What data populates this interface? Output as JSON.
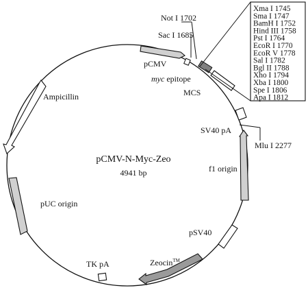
{
  "plasmid": {
    "name": "pCMV-N-Myc-Zeo",
    "size": "4941 bp"
  },
  "features": {
    "pcmv": "pCMV",
    "myc": "myc",
    "myc_suffix": " epitope",
    "mcs": "MCS",
    "sv40pa": "SV40 pA",
    "f1": "f1 origin",
    "psv40": "pSV40",
    "zeocin": "Zeocin",
    "zeocin_tm": "TM",
    "tkpa": "TK pA",
    "puc": "pUC origin",
    "ampicillin": "Ampicillin"
  },
  "sites": {
    "not1": "Not I 1702",
    "sac1": "Sac I 1685",
    "mlu1": "Mlu I 2277"
  },
  "mcs_sites": [
    "Xma I 1745",
    "Sma I 1747",
    "BamH I 1752",
    "Hind III 1758",
    "Pst I 1764",
    "EcoR I 1770",
    "EcoR V 1778",
    "Sal I 1782",
    "Bgl II 1788",
    "Xho I 1794",
    "Xba I 1800",
    "Spe I 1806",
    "Apa I 1812"
  ],
  "colors": {
    "ink": "#111111",
    "light_fill": "#d0d0d0",
    "mid_fill": "#9a9a9a",
    "dark_fill": "#808080",
    "white_fill": "#ffffff"
  }
}
